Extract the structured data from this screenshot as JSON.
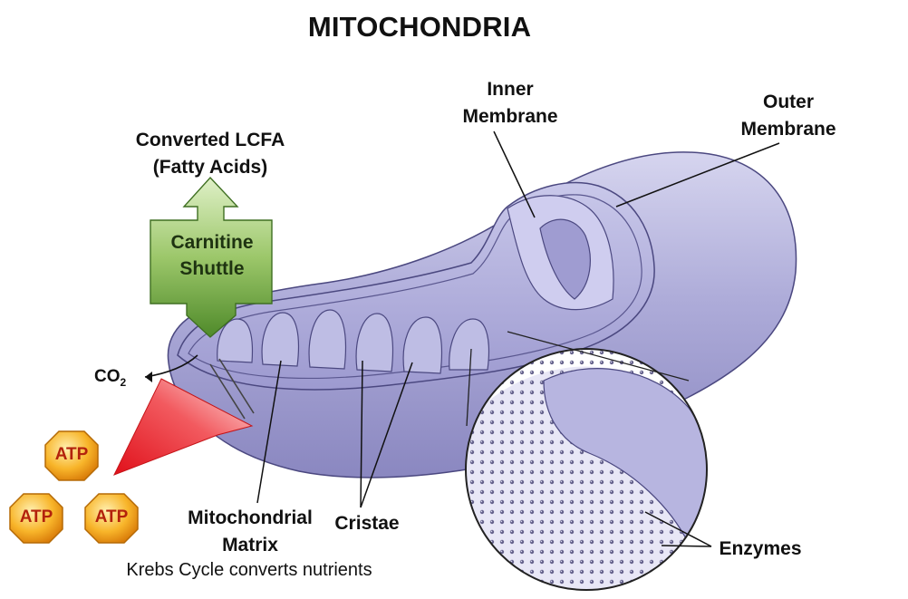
{
  "title": "MITOCHONDRIA",
  "labels": {
    "inner_membrane": [
      "Inner",
      "Membrane"
    ],
    "outer_membrane": [
      "Outer",
      "Membrane"
    ],
    "converted_lcfa": [
      "Converted LCFA",
      "(Fatty Acids)"
    ],
    "carnitine_shuttle": [
      "Carnitine",
      "Shuttle"
    ],
    "co2": "CO",
    "co2_sub": "2",
    "mitochondrial_matrix": [
      "Mitochondrial",
      "Matrix"
    ],
    "cristae": "Cristae",
    "enzymes": "Enzymes",
    "krebs": "Krebs Cycle converts nutrients"
  },
  "atp_badges": [
    "ATP",
    "ATP",
    "ATP"
  ],
  "colors": {
    "membrane": "#a9a8d6",
    "membrane_dark": "#7f7cb8",
    "shuttle_green": "#7fb04d",
    "arrow_red": "#e8141c",
    "atp_orange": "#f5a01a"
  }
}
